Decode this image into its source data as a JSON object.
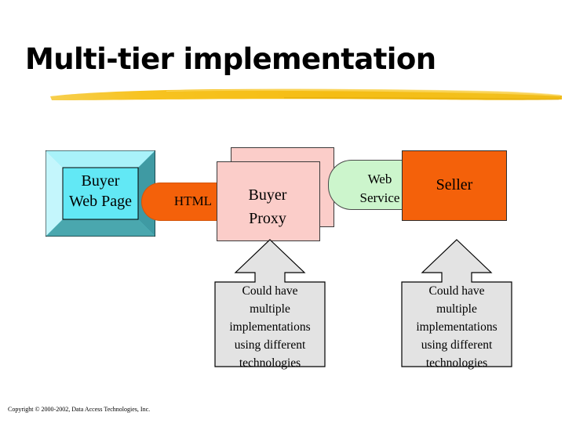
{
  "slide": {
    "title": "Multi-tier implementation",
    "copyright": "Copyright © 2000-2002, Data Access Technologies, Inc."
  },
  "colors": {
    "title_text": "#000000",
    "underline_yellow": "#f5c11e",
    "web_page_face": "#62e8f5",
    "web_page_bevel_light": "#b9f5fb",
    "web_page_bevel_dark": "#3f9aa3",
    "html_orange": "#f4610a",
    "proxy_pink": "#fbcdc9",
    "web_service_green": "#ccf5cc",
    "seller_orange": "#f4610a",
    "callout_gray": "#e3e3e3",
    "outline": "#000000"
  },
  "diagram": {
    "type": "multi-tier-architecture-flow",
    "nodes": [
      {
        "id": "buyer-web-page",
        "label": "Buyer\nWeb Page",
        "line1": "Buyer",
        "line2": "Web Page",
        "shape": "beveled-box",
        "fill": "#62e8f5"
      },
      {
        "id": "buyer-proxy",
        "label": "Buyer\nProxy",
        "line1": "Buyer",
        "line2": "Proxy",
        "shape": "stacked-rectangles",
        "fill": "#fbcdc9"
      },
      {
        "id": "seller",
        "label": "Seller",
        "line1": "Seller",
        "shape": "rectangle",
        "fill": "#f4610a"
      }
    ],
    "connectors": [
      {
        "id": "html-connector",
        "label": "HTML",
        "from": "buyer-web-page",
        "to": "buyer-proxy",
        "shape": "rounded-left-cap",
        "fill": "#f4610a"
      },
      {
        "id": "web-service-connector",
        "label": "Web\nService",
        "line1": "Web",
        "line2": "Service",
        "from": "buyer-proxy",
        "to": "seller",
        "shape": "rounded-left-cap",
        "fill": "#ccf5cc"
      }
    ],
    "callouts": [
      {
        "id": "callout-proxy",
        "points_to": "buyer-proxy",
        "shape": "up-arrow-callout",
        "fill": "#e3e3e3",
        "lines": [
          "Could have",
          "multiple",
          "implementations",
          "using different",
          "technologies"
        ],
        "text": "Could have multiple implementations using different technologies"
      },
      {
        "id": "callout-seller",
        "points_to": "seller",
        "shape": "up-arrow-callout",
        "fill": "#e3e3e3",
        "lines": [
          "Could have",
          "multiple",
          "implementations",
          "using different",
          "technologies"
        ],
        "text": "Could have multiple implementations using different technologies"
      }
    ]
  }
}
